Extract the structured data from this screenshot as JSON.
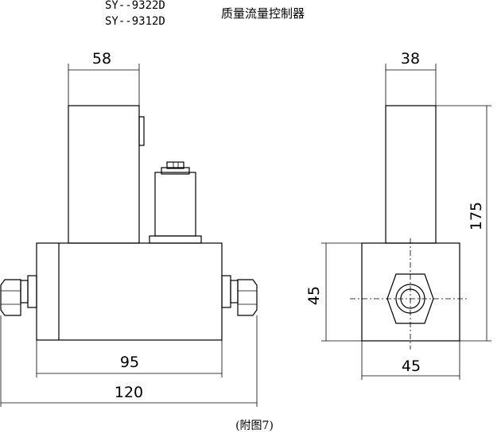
{
  "header": {
    "model_1": "SY--9322D",
    "model_2": "SY--9312D",
    "product_name": "质量流量控制器"
  },
  "dimensions": {
    "front_top_width": "58",
    "front_body_width": "95",
    "front_overall_width": "120",
    "side_top_width": "38",
    "side_height_total": "175",
    "side_body_height": "45",
    "side_body_width": "45"
  },
  "caption": "(附图7)"
}
